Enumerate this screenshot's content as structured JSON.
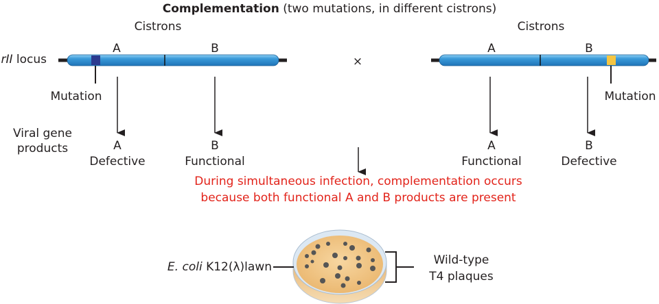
{
  "title": {
    "bold": "Complementation",
    "rest": " (two mutations, in different cistrons)"
  },
  "left": {
    "cistrons_label": "Cistrons",
    "locus_label_italic": "rII",
    "locus_label_rest": " locus",
    "cistron_a": "A",
    "cistron_b": "B",
    "mutation_label": "Mutation",
    "products_label_1": "Viral gene",
    "products_label_2": "products",
    "product_a_name": "A",
    "product_a_state": "Defective",
    "product_b_name": "B",
    "product_b_state": "Functional"
  },
  "cross_symbol": "×",
  "right": {
    "cistrons_label": "Cistrons",
    "cistron_a": "A",
    "cistron_b": "B",
    "mutation_label": "Mutation",
    "product_a_name": "A",
    "product_a_state": "Functional",
    "product_b_name": "B",
    "product_b_state": "Defective"
  },
  "result": {
    "line1": "During simultaneous infection, complementation occurs",
    "line2": "because both functional A and B products are present"
  },
  "plate": {
    "lawn_italic": "E. coli",
    "lawn_rest": " K12(λ)lawn",
    "plaques_line1": "Wild-type",
    "plaques_line2": "T4 plaques"
  },
  "colors": {
    "gene_bar": "#3a9ad9",
    "mutation_left": "#2b3a8f",
    "mutation_right": "#f5c542",
    "result_text": "#e2231a",
    "lawn": "#f2c787",
    "plaque": "#555555"
  }
}
